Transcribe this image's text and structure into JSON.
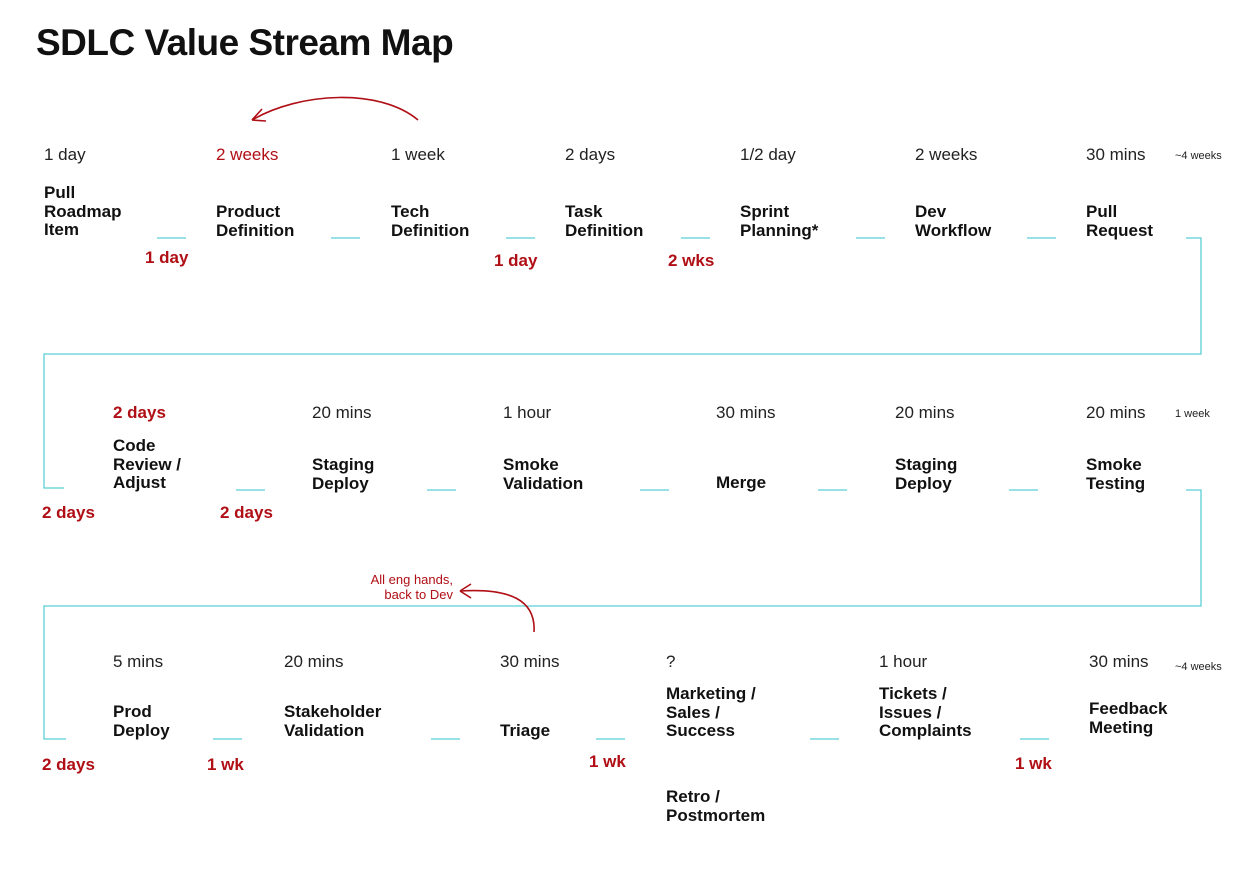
{
  "title": "SDLC Value Stream Map",
  "colors": {
    "flow": "#5bcfd6",
    "accent": "#b00f16"
  },
  "row1": {
    "steps": [
      {
        "name": "Pull\nRoadmap\nItem",
        "time": "1 day",
        "highlight": false
      },
      {
        "name": "Product\nDefinition",
        "time": "2 weeks",
        "highlight": true
      },
      {
        "name": "Tech\nDefinition",
        "time": "1 week",
        "highlight": false
      },
      {
        "name": "Task\nDefinition",
        "time": "2 days",
        "highlight": false
      },
      {
        "name": "Sprint\nPlanning*",
        "time": "1/2 day",
        "highlight": false
      },
      {
        "name": "Dev\nWorkflow",
        "time": "2 weeks",
        "highlight": false
      },
      {
        "name": "Pull\nRequest",
        "time": "30 mins",
        "highlight": false
      }
    ],
    "waits": [
      "1 day",
      "1 day",
      "2 wks"
    ],
    "total": "~4 weeks"
  },
  "row2": {
    "steps": [
      {
        "name": "Code\nReview /\nAdjust",
        "time": "2 days",
        "highlight": true
      },
      {
        "name": "Staging\nDeploy",
        "time": "20 mins",
        "highlight": false
      },
      {
        "name": "Smoke\nValidation",
        "time": "1 hour",
        "highlight": false
      },
      {
        "name": "Merge",
        "time": "30 mins",
        "highlight": false
      },
      {
        "name": "Staging\nDeploy",
        "time": "20 mins",
        "highlight": false
      },
      {
        "name": "Smoke\nTesting",
        "time": "20 mins",
        "highlight": false
      }
    ],
    "waits": [
      "2 days",
      "2 days"
    ],
    "total": "1 week"
  },
  "row3": {
    "steps": [
      {
        "name": "Prod\nDeploy",
        "time": "5 mins",
        "highlight": false
      },
      {
        "name": "Stakeholder\nValidation",
        "time": "20 mins",
        "highlight": false
      },
      {
        "name": "Triage",
        "time": "30 mins",
        "highlight": false
      },
      {
        "name": "Marketing /\nSales /\nSuccess",
        "time": "?",
        "highlight": false
      },
      {
        "name": "Tickets /\nIssues /\nComplaints",
        "time": "1 hour",
        "highlight": false
      },
      {
        "name": "Feedback\nMeeting",
        "time": "30 mins",
        "highlight": false
      }
    ],
    "extra_step": "Retro /\nPostmortem",
    "waits": [
      "2 days",
      "1 wk",
      "1 wk",
      "1 wk"
    ],
    "total": "~4 weeks",
    "note": "All eng hands,\nback to Dev"
  }
}
